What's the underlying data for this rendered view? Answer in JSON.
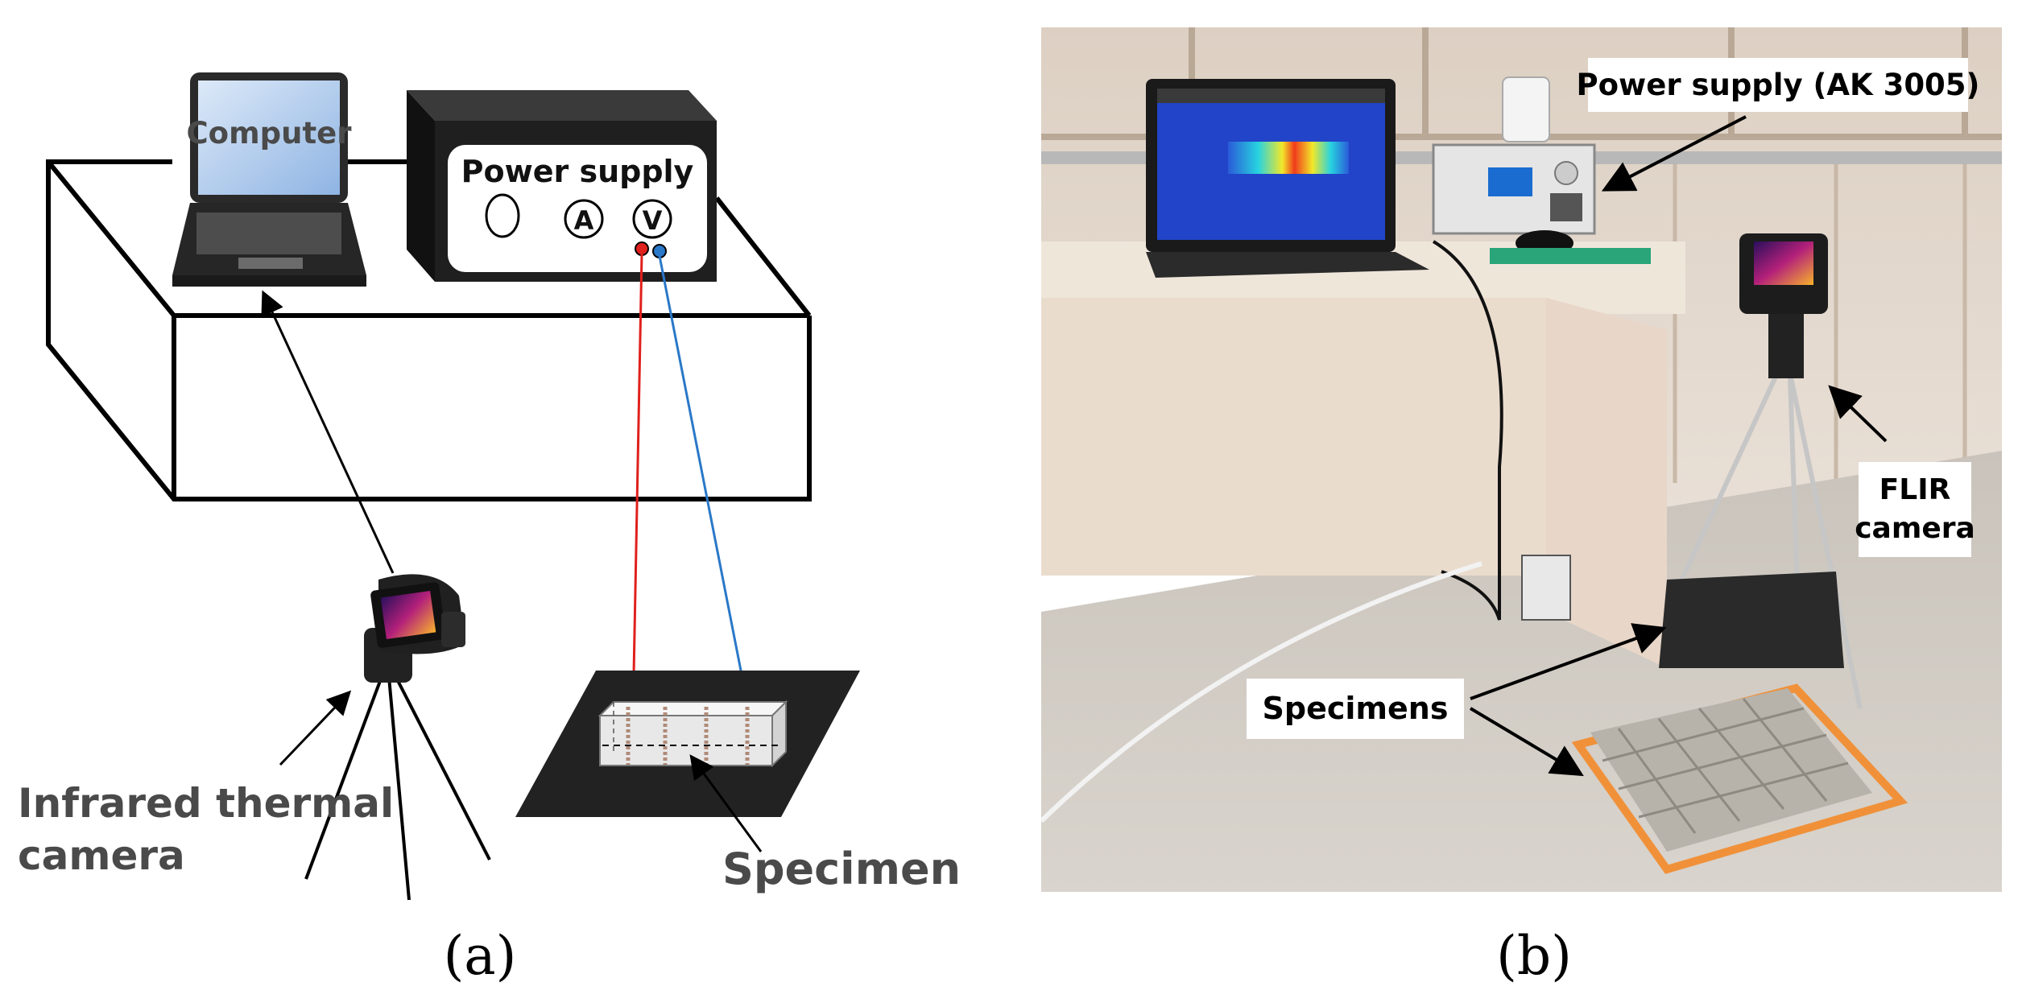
{
  "panel_a": {
    "computer_label": "Computer",
    "power_supply_label": "Power supply",
    "meter_a": "A",
    "meter_v": "V",
    "camera_label_line1": "Infrared thermal",
    "camera_label_line2": "camera",
    "specimen_label": "Specimen",
    "caption": "(a)"
  },
  "panel_b": {
    "power_supply_label": "Power supply (AK 3005)",
    "flir_label_line1": "FLIR",
    "flir_label_line2": "camera",
    "specimens_label": "Specimens",
    "caption": "(b)"
  },
  "colors": {
    "red_wire": "#e0201c",
    "blue_wire": "#2a78c8",
    "box_dark": "#1f1f1f",
    "screen_blue": "#9cc0ea"
  }
}
